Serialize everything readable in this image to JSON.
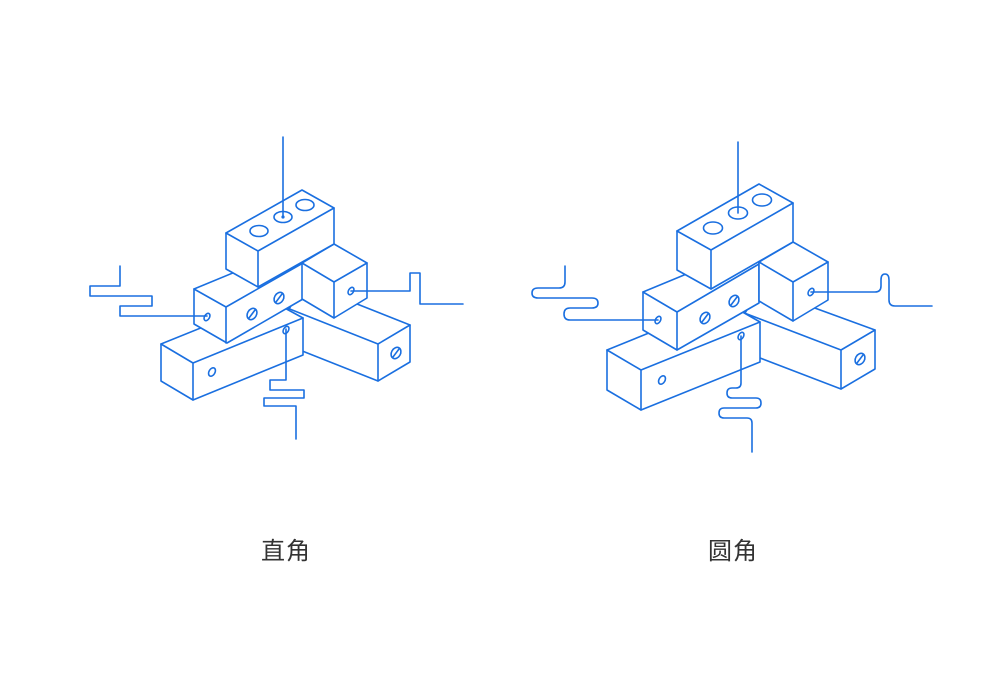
{
  "colors": {
    "line": "#1a6fe0",
    "caption": "#333333",
    "background": "#ffffff"
  },
  "figures": [
    {
      "id": "square",
      "caption": "直角"
    },
    {
      "id": "round",
      "caption": "圆角"
    }
  ]
}
